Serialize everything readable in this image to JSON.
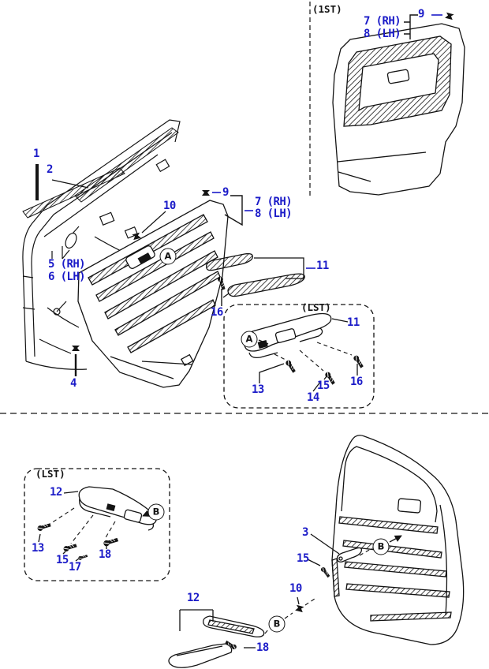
{
  "diagram": {
    "accent_color": "#1b1bc8",
    "line_color": "#141414",
    "background": "#ffffff",
    "panel_tags": [
      {
        "text": "(1ST)"
      },
      {
        "text": "(LST)"
      },
      {
        "text": "(LST)"
      }
    ],
    "callouts": [
      {
        "text": "1"
      },
      {
        "text": "2"
      },
      {
        "text": "5 (RH)"
      },
      {
        "text": "6 (LH)"
      },
      {
        "text": "9"
      },
      {
        "text": "7 (RH)"
      },
      {
        "text": "8 (LH)"
      },
      {
        "text": "9"
      },
      {
        "text": "7 (RH)"
      },
      {
        "text": "8 (LH)"
      },
      {
        "text": "10"
      },
      {
        "text": "11"
      },
      {
        "text": "16"
      },
      {
        "text": "4"
      },
      {
        "text": "11"
      },
      {
        "text": "13"
      },
      {
        "text": "14"
      },
      {
        "text": "15"
      },
      {
        "text": "16"
      },
      {
        "text": "12"
      },
      {
        "text": "13"
      },
      {
        "text": "15"
      },
      {
        "text": "17"
      },
      {
        "text": "18"
      },
      {
        "text": "3"
      },
      {
        "text": "15"
      },
      {
        "text": "10"
      },
      {
        "text": "12"
      },
      {
        "text": "18"
      }
    ],
    "view_markers": [
      {
        "letter": "A"
      },
      {
        "letter": "A"
      },
      {
        "letter": "B"
      },
      {
        "letter": "B"
      },
      {
        "letter": "B"
      }
    ]
  }
}
